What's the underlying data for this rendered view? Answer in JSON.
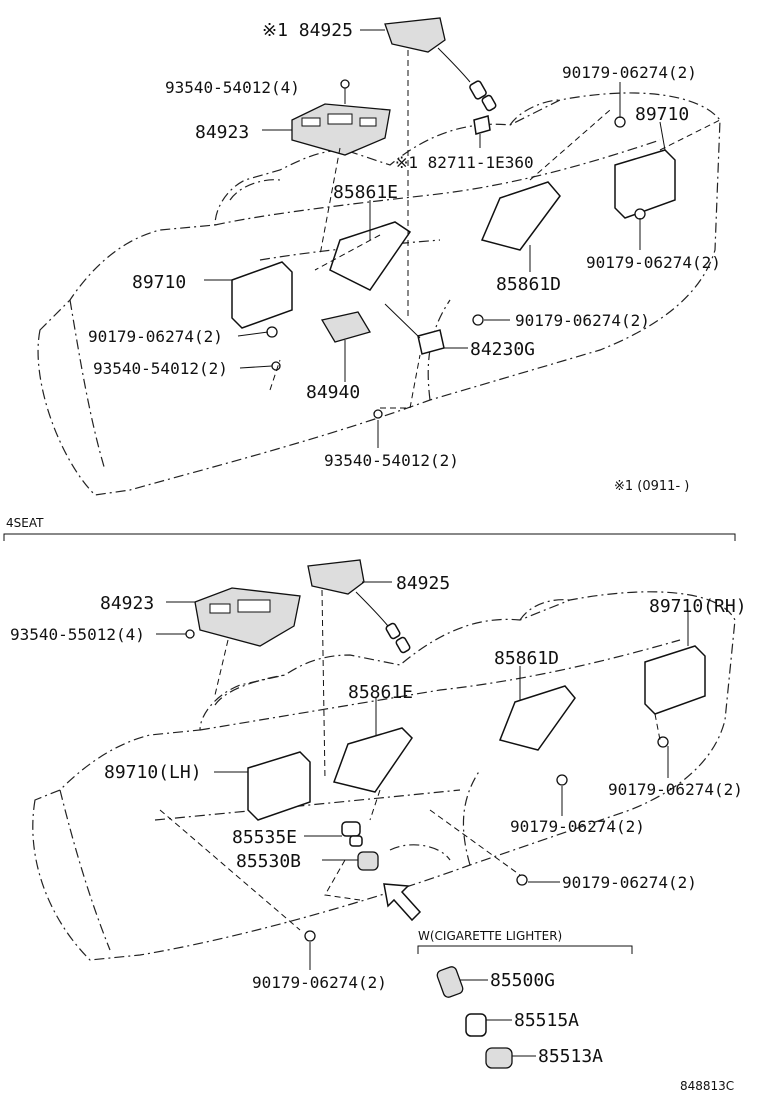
{
  "top_section": {
    "labels": {
      "p84925": "※1 84925",
      "p93540_54012_4": "93540-54012(4)",
      "p84923": "84923",
      "p90179_tr": "90179-06274(2)",
      "p89710_r": "89710",
      "p82711": "※1 82711-1E360",
      "p85861E": "85861E",
      "p89710_l": "89710",
      "p90179_rm": "90179-06274(2)",
      "p85861D": "85861D",
      "p90179_lm": "90179-06274(2)",
      "p90179_c": "90179-06274(2)",
      "p84230G": "84230G",
      "p93540_54012_2a": "93540-54012(2)",
      "p84940": "84940",
      "p93540_54012_2b": "93540-54012(2)"
    },
    "note": "※1 (0911-      )"
  },
  "section_divider": {
    "label": "4SEAT"
  },
  "bottom_section": {
    "labels": {
      "p84923": "84923",
      "p84925": "84925",
      "p93540_55012": "93540-55012(4)",
      "p89710RH": "89710(RH)",
      "p85861D": "85861D",
      "p85861E": "85861E",
      "p89710LH": "89710(LH)",
      "p90179_rr": "90179-06274(2)",
      "p90179_rm": "90179-06274(2)",
      "p85535E": "85535E",
      "p85530B": "85530B",
      "p90179_br": "90179-06274(2)",
      "p90179_bl": "90179-06274(2)",
      "p85500G": "85500G",
      "p85515A": "85515A",
      "p85513A": "85513A"
    },
    "inset_title": "W(CIGARETTE LIGHTER)"
  },
  "footer": {
    "code": "848813C"
  }
}
